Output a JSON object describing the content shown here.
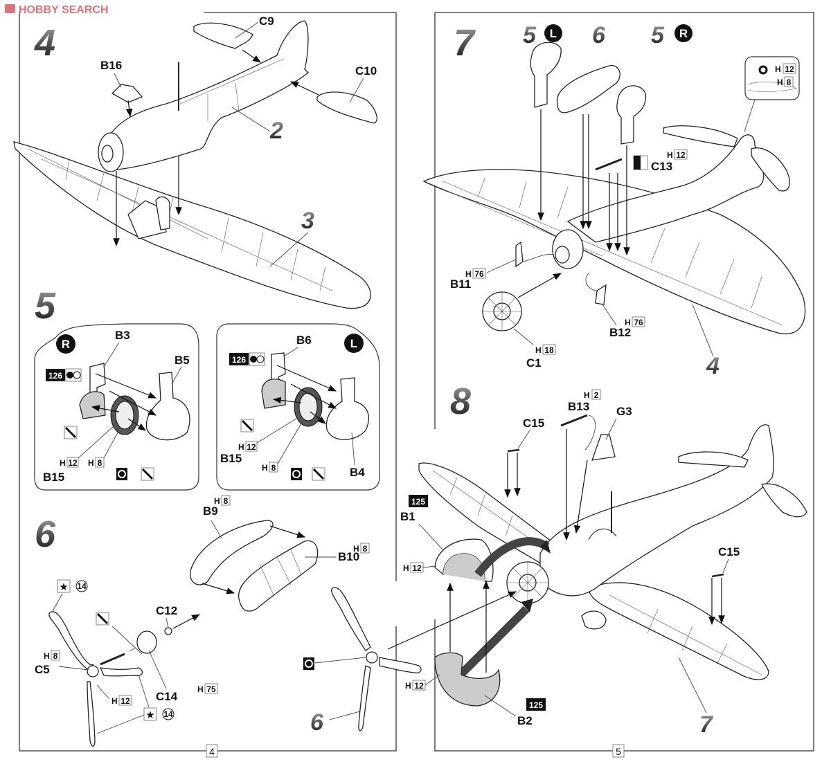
{
  "watermark": {
    "text": "HOBBY SEARCH",
    "icon": "hobbysearch-logo-icon",
    "color": "#e0707a"
  },
  "pages": [
    {
      "number": "4"
    },
    {
      "number": "5"
    }
  ],
  "steps": {
    "step4": {
      "number": "4",
      "parts": {
        "b16": "B16",
        "c9": "C9",
        "c10": "C10"
      },
      "callouts": {
        "fuselage": "2",
        "wing": "3"
      }
    },
    "step5": {
      "number": "5",
      "right": {
        "side": "R",
        "paint_code": "126",
        "parts": {
          "b3": "B3",
          "b5": "B5",
          "b15": "B15"
        },
        "h12_prefix": "H",
        "h12": "12",
        "h8_prefix": "H",
        "h8": "8"
      },
      "left": {
        "side": "L",
        "paint_code": "126",
        "parts": {
          "b6": "B6",
          "b4": "B4",
          "b15": "B15"
        },
        "h12_prefix": "H",
        "h12": "12",
        "h8_prefix": "H",
        "h8": "8"
      }
    },
    "step6": {
      "number": "6",
      "parts": {
        "b9": "B9",
        "b10": "B10",
        "c12": "C12",
        "c5": "C5",
        "c14": "C14"
      },
      "b10_color": {
        "prefix": "H",
        "code": "8"
      },
      "c5_color": {
        "prefix": "H",
        "code": "8"
      },
      "prop_color": {
        "prefix": "H",
        "code": "12"
      },
      "c14_color": {
        "prefix": "H",
        "code": "75"
      },
      "decal_top": "14",
      "decal_bottom": "14"
    },
    "step7": {
      "number": "7",
      "callouts": {
        "gear_left": "5",
        "gear_left_side": "L",
        "tank": "6",
        "gear_right": "5",
        "gear_right_side": "R",
        "wing": "4"
      },
      "parts": {
        "c13": "C13",
        "b11": "B11",
        "b12": "B12",
        "c1": "C1"
      },
      "c13_color": {
        "prefix": "H",
        "code": "12"
      },
      "b11_color": {
        "prefix": "H",
        "code": "76"
      },
      "b12_color": {
        "prefix": "H",
        "code": "76"
      },
      "c1_color": {
        "prefix": "H",
        "code": "18"
      },
      "detail": {
        "h12_prefix": "H",
        "h12": "12",
        "h8_prefix": "H",
        "h8": "8"
      }
    },
    "step8": {
      "number": "8",
      "parts": {
        "b13": "B13",
        "g3": "G3",
        "c15a": "C15",
        "c15b": "C15",
        "b1": "B1",
        "b2": "B2"
      },
      "b13_color": {
        "prefix": "H",
        "code": "2"
      },
      "b1_paint": "125",
      "b1_color": {
        "prefix": "H",
        "code": "12"
      },
      "b2_paint": "125",
      "b2_color": {
        "prefix": "H",
        "code": "12"
      },
      "callouts": {
        "prop": "6",
        "aircraft": "7"
      }
    }
  }
}
